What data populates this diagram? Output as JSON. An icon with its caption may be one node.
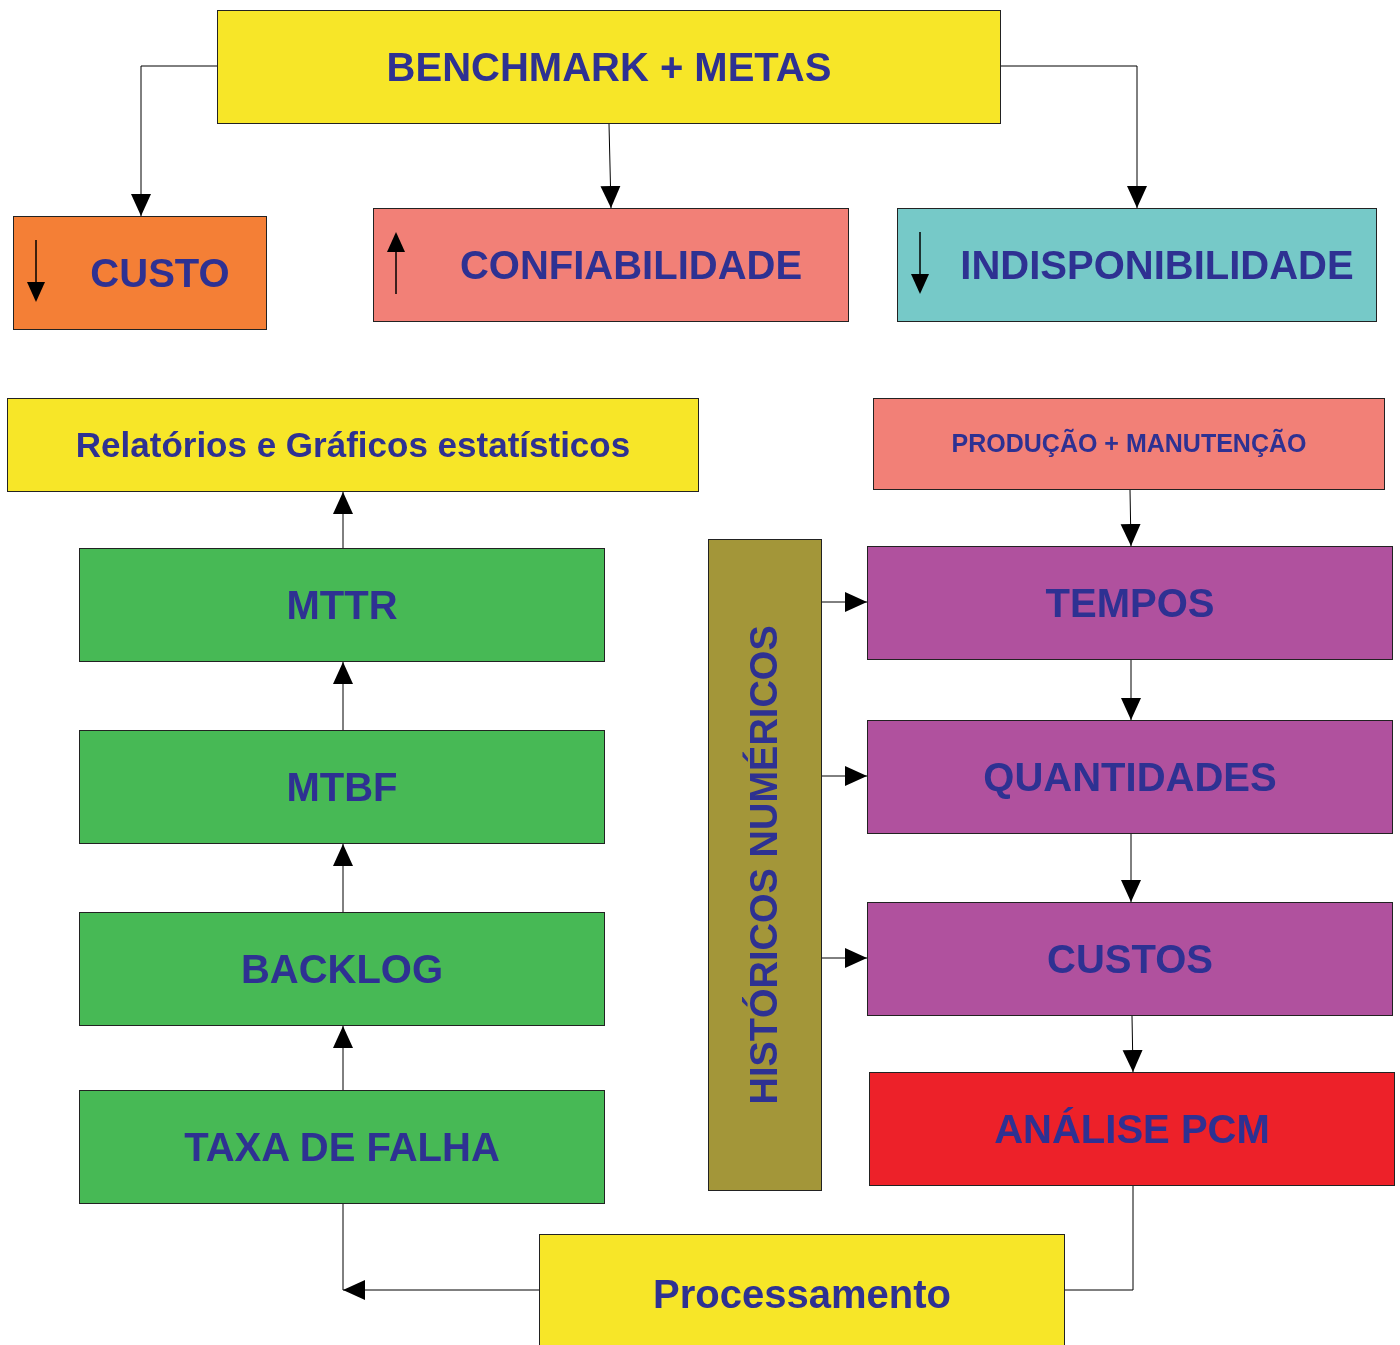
{
  "diagram": {
    "nodes": [
      {
        "text": [
          "BENCHMARK + METAS"
        ]
      },
      {
        "text": [
          "CUSTO"
        ]
      },
      {
        "text": [
          "CONFIABILIDADE"
        ]
      },
      {
        "text": [
          "INDISPONIBILIDADE"
        ]
      },
      {
        "text": [
          "Relatórios e Gráficos estatísticos"
        ]
      },
      {
        "text": [
          "PRODUÇÃO + MANUTENÇÃO"
        ]
      },
      {
        "text": [
          "MTTR"
        ]
      },
      {
        "text": [
          "MTBF"
        ]
      },
      {
        "text": [
          "BACKLOG"
        ]
      },
      {
        "text": [
          "TAXA DE FALHA"
        ]
      },
      {
        "text": [
          "HISTÓRICOS NUMÉRICOS"
        ]
      },
      {
        "text": [
          "TEMPOS"
        ]
      },
      {
        "text": [
          "QUANTIDADES"
        ]
      },
      {
        "text": [
          "CUSTOS"
        ]
      },
      {
        "text": [
          "ANÁLISE PCM"
        ]
      },
      {
        "text": [
          "Processamento"
        ]
      }
    ],
    "edges": [
      {
        "from": 0,
        "to": 1,
        "arrow": "to"
      },
      {
        "from": 0,
        "to": 2,
        "arrow": "to"
      },
      {
        "from": 0,
        "to": 3,
        "arrow": "to"
      },
      {
        "from": 9,
        "to": 8,
        "arrow": "to"
      },
      {
        "from": 8,
        "to": 7,
        "arrow": "to"
      },
      {
        "from": 7,
        "to": 6,
        "arrow": "to"
      },
      {
        "from": 6,
        "to": 4,
        "arrow": "to"
      },
      {
        "from": 10,
        "to": 11,
        "arrow": "to"
      },
      {
        "from": 10,
        "to": 12,
        "arrow": "to"
      },
      {
        "from": 10,
        "to": 13,
        "arrow": "to"
      },
      {
        "from": 5,
        "to": 11,
        "arrow": "to"
      },
      {
        "from": 11,
        "to": 12,
        "arrow": "to"
      },
      {
        "from": 12,
        "to": 13,
        "arrow": "to"
      },
      {
        "from": 13,
        "to": 14,
        "arrow": "to"
      },
      {
        "from": 14,
        "to": 15,
        "arrow": "none"
      },
      {
        "from": 15,
        "to": null,
        "arrow": "to"
      },
      {
        "from": 9,
        "to": null,
        "arrow": "none"
      }
    ]
  }
}
